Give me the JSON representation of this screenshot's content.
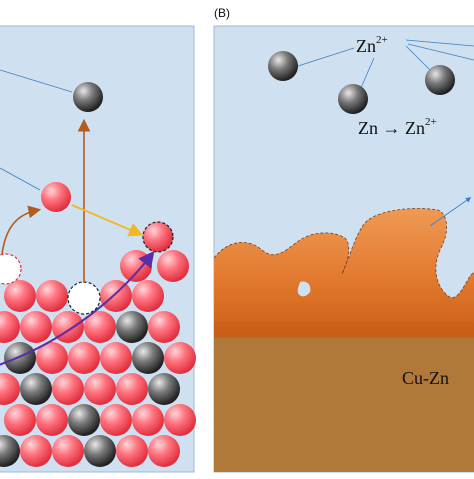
{
  "panel_b": {
    "letter": "(B)",
    "ion_label": {
      "base": "Zn",
      "charge": "2+"
    },
    "reaction": {
      "lhs": "Zn",
      "arrow": "→",
      "rhs_base": "Zn",
      "rhs_charge": "2+"
    },
    "substrate_label": "Cu-Zn"
  },
  "colors": {
    "background_fill": "#cfe0f1",
    "background_stroke": "#9fb9d3",
    "cu_atom": "#ff6f7a",
    "zn_atom": "#6b6b6b",
    "copper_layer": "#e37a2a",
    "alloy_substrate": "#b07839",
    "arrow_brown": "#b35a1d",
    "arrow_yellow": "#f2b823",
    "arrow_purple": "#5a2ea6",
    "leader_line": "#3c7fc4"
  }
}
